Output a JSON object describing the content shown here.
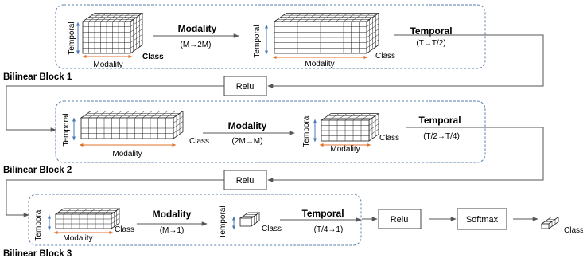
{
  "labels": {
    "temporal_axis": "Temporal",
    "modality_axis": "Modality",
    "class_axis": "Class"
  },
  "blocks": [
    {
      "name": "Bilinear Block 1",
      "steps": [
        {
          "title": "Modality",
          "formula": "(M→2M)"
        },
        {
          "title": "Temporal",
          "formula": "(T→T/2)"
        }
      ]
    },
    {
      "name": "Bilinear Block 2",
      "steps": [
        {
          "title": "Modality",
          "formula": "(2M→M)"
        },
        {
          "title": "Temporal",
          "formula": "(T/2→T/4)"
        }
      ]
    },
    {
      "name": "Bilinear Block 3",
      "steps": [
        {
          "title": "Modality",
          "formula": "(M→1)"
        },
        {
          "title": "Temporal",
          "formula": "(T/4→1)"
        }
      ]
    }
  ],
  "ops": {
    "relu_1": "Relu",
    "relu_2": "Relu",
    "relu_3": "Relu",
    "softmax": "Softmax"
  },
  "colors": {
    "block_border": "#5b7fa8",
    "arrow": "#555555",
    "modality_tick": "#e0702a",
    "temporal_tick": "#4a78b8",
    "box_border": "#444444"
  }
}
